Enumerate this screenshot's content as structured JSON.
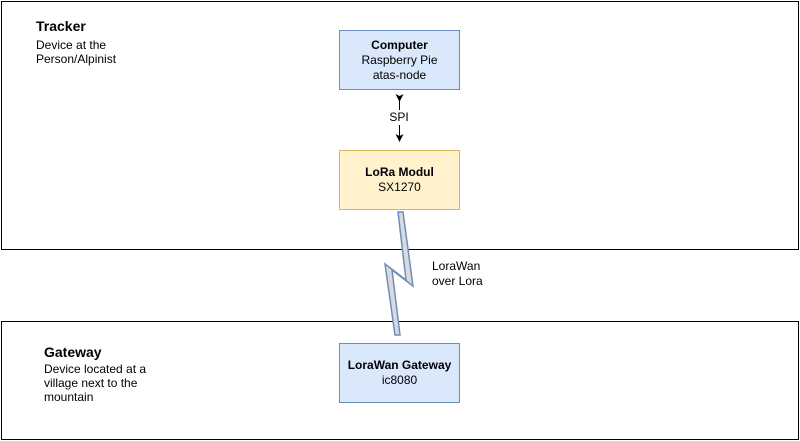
{
  "tracker": {
    "title": "Tracker",
    "description": "Device at the\nPerson/Alpinist"
  },
  "gateway_area": {
    "title": "Gateway",
    "description": "Device located at a\nvillage next to the\nmountain"
  },
  "nodes": {
    "computer": {
      "title": "Computer",
      "line1": "Raspberry Pie",
      "line2": "atas-node"
    },
    "lora_modul": {
      "title": "LoRa Modul",
      "line1": "SX1270"
    },
    "lorawan_gateway": {
      "title": "LoraWan Gateway",
      "line1": "ic8080"
    }
  },
  "edges": {
    "spi": "SPI",
    "lorawan": "LoraWan\nover Lora"
  },
  "colors": {
    "blue_fill": "#dae8fc",
    "blue_stroke": "#6c8ebf",
    "yellow_fill": "#fff2cc",
    "yellow_stroke": "#d6b656",
    "link_fill": "#dadada",
    "link_stroke": "#6c8ebf"
  }
}
